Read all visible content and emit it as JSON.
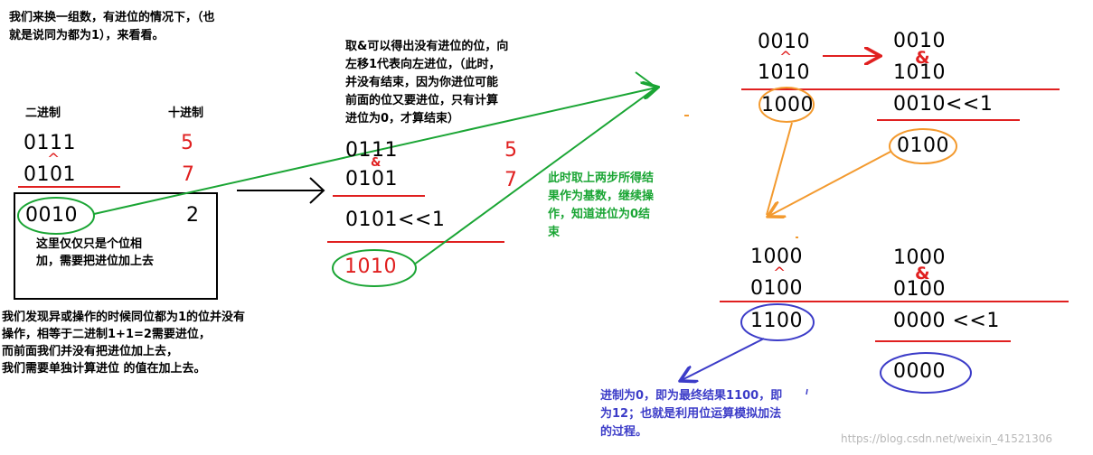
{
  "notes": {
    "intro_line1": "我们来换一组数，有进位的情况下，（也",
    "intro_line2": "就是说同为都为1），来看看。",
    "col_binary": "二进制",
    "col_decimal": "十进制",
    "box_line1": "这里仅仅只是个位相",
    "box_line2": "加，需要把进位加上去",
    "bottom_line1": "我们发现异或操作的时候同位都为1的位并没有",
    "bottom_line2": "操作，相等于二进制1+1=2需要进位，",
    "bottom_line3": "而前面我们并没有把进位加上去，",
    "bottom_line4": "我们需要单独计算进位 的值在加上去。",
    "and_line1": "取&可以得出没有进位的位，向",
    "and_line2": "左移1代表向左进位，（此时，",
    "and_line3": "并没有结束，因为你进位可能",
    "and_line4": "前面的位又要进位，只有计算",
    "and_line5": "进位为0，才算结束）",
    "green_line1": "此时取上两步所得结",
    "green_line2": "果作为基数，继续操",
    "green_line3": "作，知道进位为0结",
    "green_line4": "束",
    "blue_line1": "进制为0，即为最终结果1100，即",
    "blue_line2": "为12；也就是利用位运算模拟加法",
    "blue_line3": "的过程。"
  },
  "step1": {
    "a": "0111",
    "caret": "^",
    "b": "0101",
    "result": "0010",
    "a_dec": "5",
    "b_dec": "7",
    "result_dec": "2"
  },
  "step2": {
    "a": "0111",
    "amp": "&",
    "b": "0101",
    "shift": "0101<<1",
    "result": "1010",
    "a_dec": "5",
    "b_dec": "7"
  },
  "step3": {
    "xor_a": "0010",
    "xor_caret": "^",
    "xor_b": "1010",
    "xor_result": "1000",
    "and_a": "0010",
    "and_amp": "&",
    "and_b": "1010",
    "and_shift": "0010<<1",
    "and_result": "0100"
  },
  "step4": {
    "xor_a": "1000",
    "xor_caret": "^",
    "xor_b": "0100",
    "xor_result": "1100",
    "and_a": "1000",
    "and_amp": "&",
    "and_b": "0100",
    "and_shift": "0000 <<1",
    "and_result": "0000"
  },
  "watermark": "https://blog.csdn.net/weixin_41521306",
  "colors": {
    "red": "#e02020",
    "green": "#1aa534",
    "blue": "#3c3cc8",
    "orange": "#f39a2f",
    "black": "#000000"
  }
}
